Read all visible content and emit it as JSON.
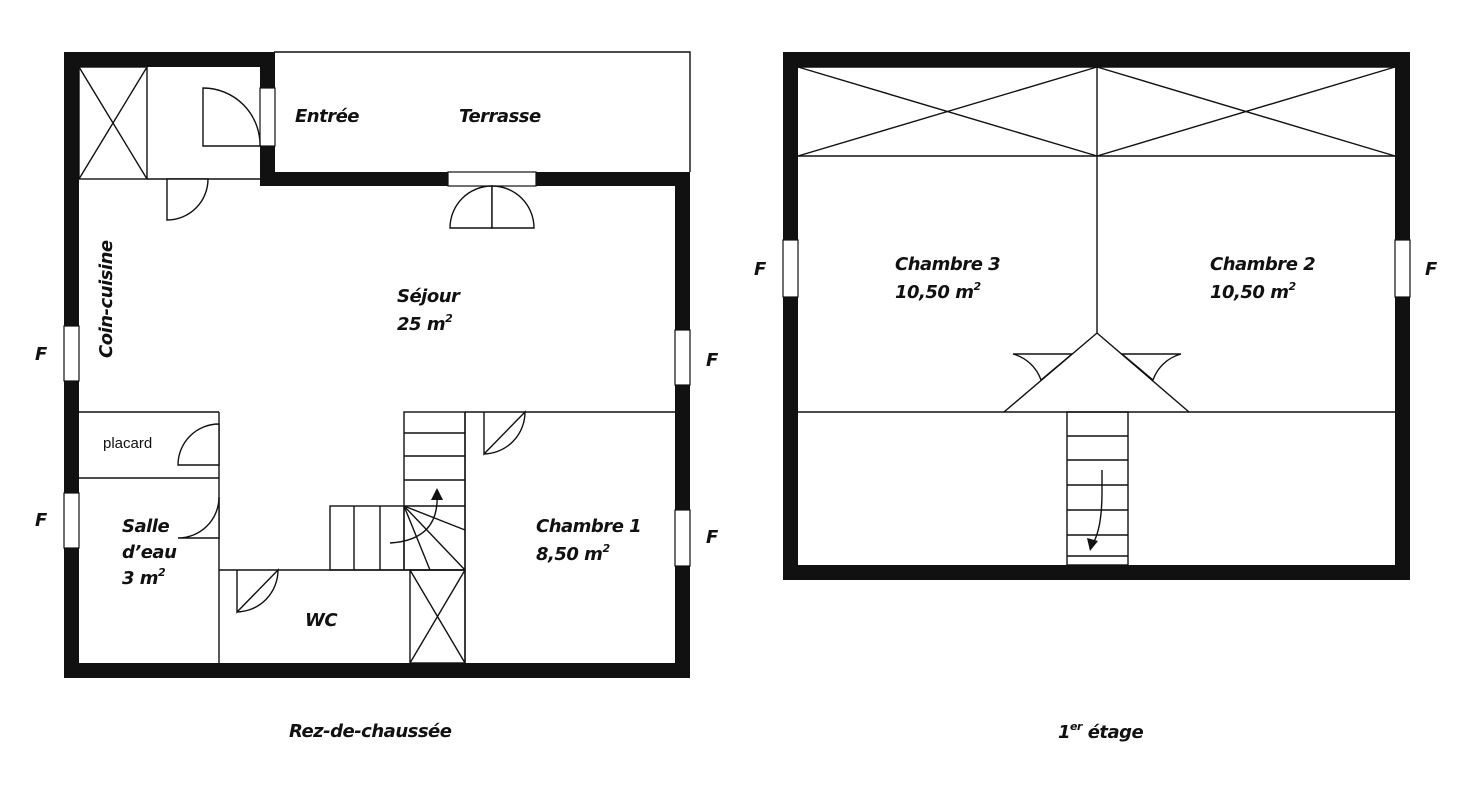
{
  "ground_floor": {
    "title": "Rez-de-chaussée",
    "rooms": {
      "entree": "Entrée",
      "terrasse": "Terrasse",
      "coin_cuisine": "Coin-cuisine",
      "sejour": "Séjour",
      "sejour_area": "25 m",
      "placard": "placard",
      "salle_line1": "Salle",
      "salle_line2": "d’eau",
      "salle_area": "3 m",
      "chambre1": "Chambre 1",
      "chambre1_area": "8,50 m",
      "wc": "WC"
    },
    "window_marker": "F",
    "area_exponent": "2"
  },
  "first_floor": {
    "title_prefix": "1",
    "title_sup": "er",
    "title_rest": " étage",
    "rooms": {
      "chambre3": "Chambre 3",
      "chambre3_area": "10,50 m",
      "chambre2": "Chambre 2",
      "chambre2_area": "10,50 m"
    },
    "window_marker": "F",
    "area_exponent": "2"
  }
}
